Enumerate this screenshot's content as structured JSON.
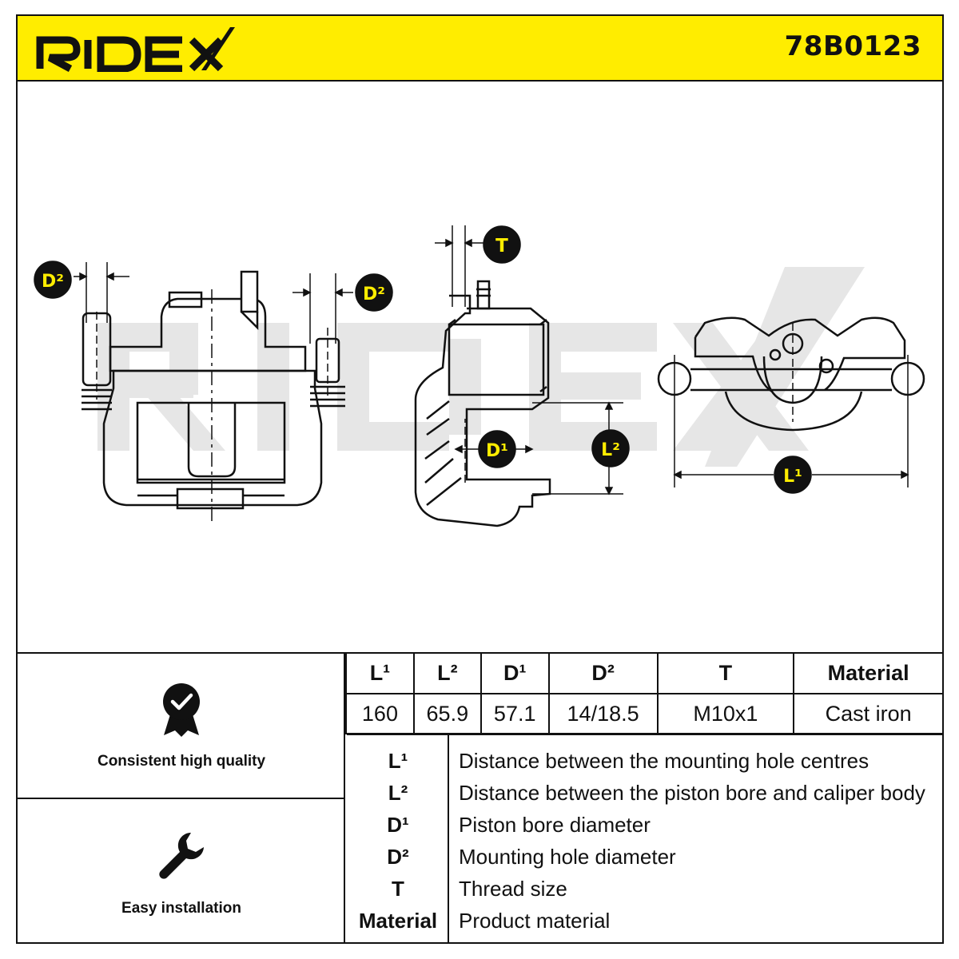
{
  "header": {
    "brand": "RIDEX",
    "part_number": "78B0123",
    "colors": {
      "accent": "#ffed00",
      "ink": "#111111"
    }
  },
  "drawing": {
    "watermark": "RIDEX",
    "callouts": {
      "d2_left": "D²",
      "d2_right": "D²",
      "t": "T",
      "d1": "D¹",
      "l2": "L²",
      "l1": "L¹"
    }
  },
  "features": [
    {
      "icon": "quality-badge-icon",
      "label": "Consistent high quality"
    },
    {
      "icon": "wrench-icon",
      "label": "Easy installation"
    }
  ],
  "spec_table": {
    "headers": [
      "L¹",
      "L²",
      "D¹",
      "D²",
      "T",
      "Material"
    ],
    "values": [
      "160",
      "65.9",
      "57.1",
      "14/18.5",
      "M10x1",
      "Cast iron"
    ]
  },
  "legend": [
    {
      "key": "L¹",
      "description": "Distance between the mounting hole centres"
    },
    {
      "key": "L²",
      "description": "Distance between the piston bore and caliper body"
    },
    {
      "key": "D¹",
      "description": "Piston bore diameter"
    },
    {
      "key": "D²",
      "description": "Mounting hole diameter"
    },
    {
      "key": "T",
      "description": "Thread size"
    },
    {
      "key": "Material",
      "description": "Product material"
    }
  ]
}
